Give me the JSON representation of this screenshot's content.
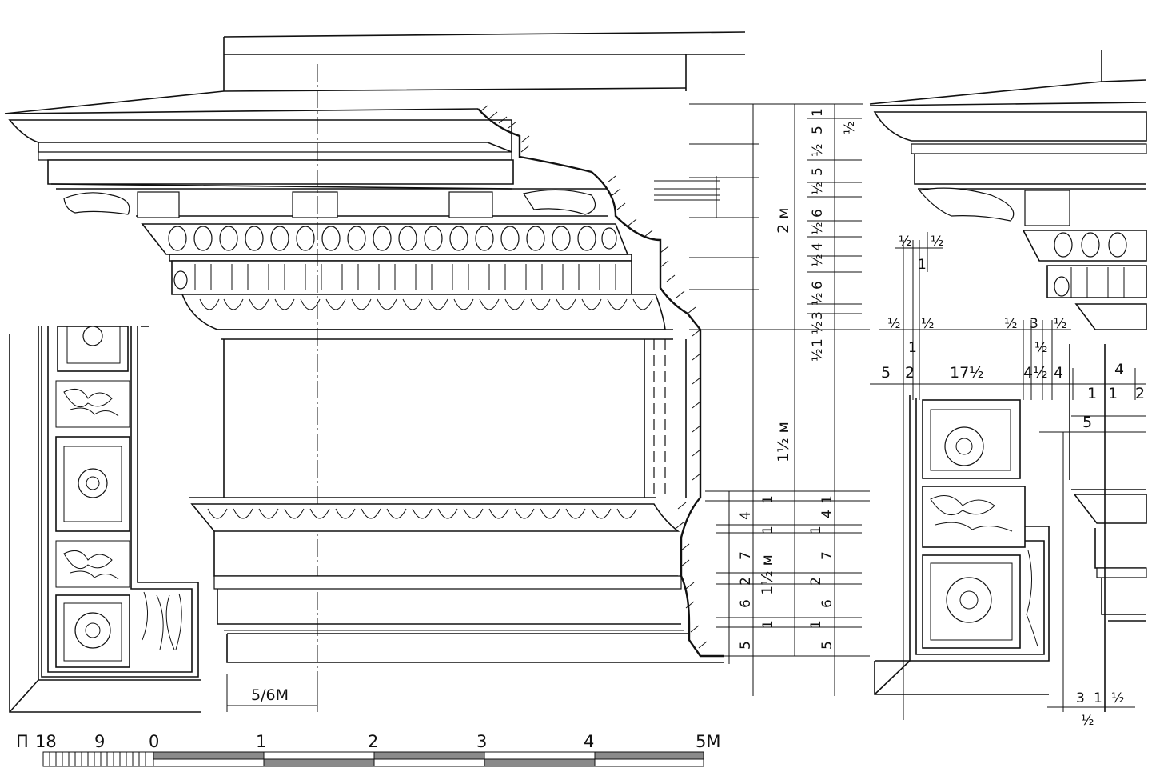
{
  "module_label": "5/6М",
  "vertical_dims": {
    "cornice_total": "2 м",
    "frieze_total": "1½ м",
    "architrave_total": "1½ м"
  },
  "cornice_dims": [
    "1",
    "5",
    "½",
    "½",
    "5",
    "½",
    "6",
    "½",
    "4",
    "½",
    "6",
    "½",
    "3",
    "½",
    "1",
    "½"
  ],
  "architrave_dims": [
    "1",
    "4",
    "1",
    "7",
    "2",
    "6",
    "1",
    "5"
  ],
  "plan_dims": {
    "top_row": [
      "½",
      "½",
      "1"
    ],
    "mid_row": [
      "½",
      "½",
      "½",
      "3",
      "½",
      "1",
      "½"
    ],
    "main_row": [
      "5",
      "2",
      "17½",
      "4½",
      "4",
      "4"
    ],
    "bottom_row": [
      "1",
      "1",
      "2"
    ],
    "side": "5",
    "bottom": [
      "3",
      "1",
      "½",
      "½"
    ]
  },
  "scale_bar": {
    "prefix": "П",
    "labels": [
      "18",
      "9",
      "0",
      "1",
      "2",
      "3",
      "4",
      "5М"
    ]
  }
}
